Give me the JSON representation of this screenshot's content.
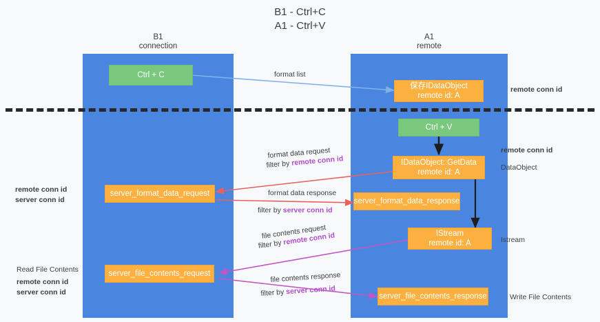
{
  "title": {
    "line1": "B1 - Ctrl+C",
    "line2": "A1 - Ctrl+V"
  },
  "lanes": [
    {
      "name": "B1",
      "sub": "connection"
    },
    {
      "name": "A1",
      "sub": "remote"
    }
  ],
  "nodes": {
    "ctrl_c": "Ctrl + C",
    "ctrl_v": "Ctrl + V",
    "save_dataobject_l1": "保存IDataObject",
    "save_dataobject_l2": "remote id: A",
    "getdata_l1": "IDataObject::GetData",
    "getdata_l2": "remote id: A",
    "istream_l1": "IStream",
    "istream_l2": "remote id: A",
    "server_format_data_request": "server_format_data_request",
    "server_format_data_response": "server_format_data_response",
    "server_file_contents_request": "server_file_contents_request",
    "server_file_contents_response": "server_file_contents_response"
  },
  "edge_labels": {
    "format_list": "format list",
    "format_data_request": "format data request",
    "format_data_request_filter_prefix": "filter by ",
    "format_data_request_filter_key": "remote conn id",
    "format_data_response": "format data response",
    "format_data_response_filter_prefix": "filter by ",
    "format_data_response_filter_key": "server conn id",
    "file_contents_request": "file contents request",
    "file_contents_request_filter_prefix": "filter by ",
    "file_contents_request_filter_key": "remote conn id",
    "file_contents_response": "file contents response",
    "file_contents_response_filter_prefix": "filter by ",
    "file_contents_response_filter_key": "server conn id"
  },
  "right_annotations": {
    "remote_conn_id_top": "remote conn id",
    "remote_conn_id_mid": "remote conn id",
    "dataobject": "DataObject",
    "istream": "Istream",
    "write_file_contents": "Write File Contents"
  },
  "left_annotations": {
    "remote_conn_id_mid": "remote conn id",
    "server_conn_id_mid": "server conn id",
    "read_file_contents": "Read File Contents",
    "remote_conn_id_bottom": "remote conn id",
    "server_conn_id_bottom": "server conn id"
  },
  "colors": {
    "lane": "#4a86e0",
    "green_node": "#79c87e",
    "orange_node": "#fbb040",
    "purple_text": "#b04ecb",
    "green_text": "#6fbf73",
    "background": "#f8f9fa",
    "divider": "#26282b",
    "arrow_blue": "#7fb2e8",
    "arrow_red": "#e8635f",
    "arrow_magenta": "#c454c4",
    "arrow_black": "#1d1d1d"
  }
}
